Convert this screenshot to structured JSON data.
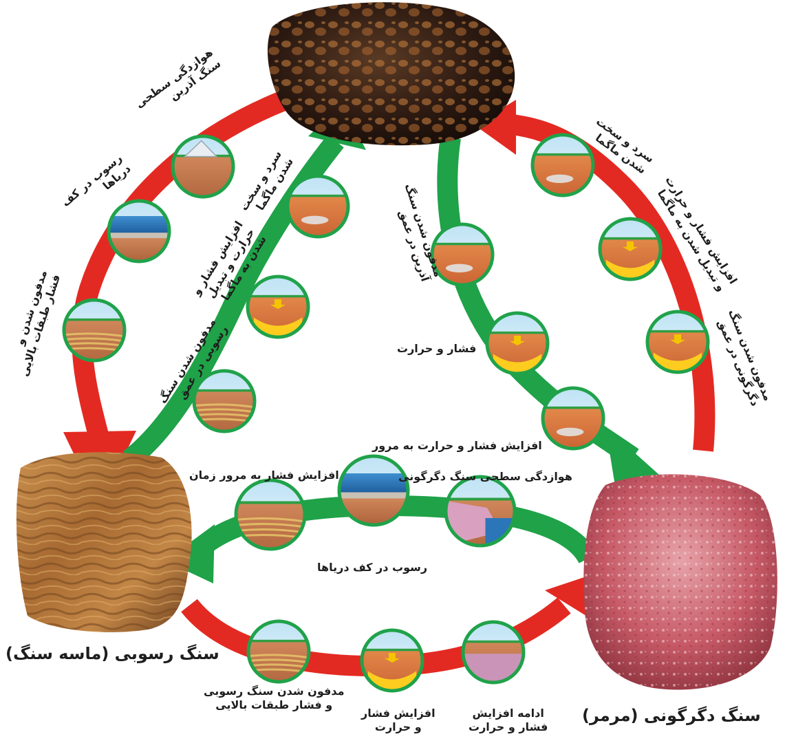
{
  "colors": {
    "cycle_arrow_red": "#e32a22",
    "cycle_arrow_green": "#1fa248",
    "stage_border": "#20a24a",
    "igneous_rock": "#3a2216",
    "sedimentary_rock": "#b97a3c",
    "metamorphic_rock": "#c8606c"
  },
  "rocks": {
    "sedimentary": "سنگ رسوبی (ماسه سنگ)",
    "metamorphic": "سنگ دگرگونی (مرمر)"
  },
  "labels": {
    "weathering_igneous": [
      "هوازدگی سطحی",
      "سنگ آذرین"
    ],
    "sediment_sea_left": [
      "رسوب در کف",
      "دریاها"
    ],
    "burial_left": [
      "مدفون شدن و",
      "فشار طبقات بالایی"
    ],
    "cooling_left": [
      "سرد و سخت",
      "شدن ماگما"
    ],
    "melting_left": [
      "افزایش فشار و",
      "حرارت و تبدیل",
      "شدن به ماگما"
    ],
    "burial_sed_deep": [
      "مدفون شدن سنگ",
      "رسوبی در عمق"
    ],
    "cooling_right": [
      "سرد و سخت",
      "شدن ماگما"
    ],
    "melting_right": [
      "افزایش فشار و حرارت",
      "و تبدیل شدن به ماگما"
    ],
    "burial_meta_deep": [
      "مدفون شدن سنگ",
      "دگرگونی در عمق"
    ],
    "burial_igneous_deep": [
      "مدفون شدن سنگ",
      "آذرین در عمق"
    ],
    "pressure_heat": "فشار و حرارت",
    "pressure_heat_time": "افزایش فشار و حرارت به مرور",
    "weathering_meta": "هوازدگی سطحی سنگ دگرگونی",
    "pressure_time": "افزایش فشار به مرور زمان",
    "sediment_sea_mid": "رسوب در کف دریاها",
    "burial_sed_bottom": [
      "مدفون شدن سنگ رسوبی",
      "و فشار طبقات بالایی"
    ],
    "increase_pressure_bottom": [
      "افزایش فشار",
      "و حرارت"
    ],
    "continue_pressure_bottom": [
      "ادامه افزایش",
      "فشار و حرارت"
    ]
  }
}
